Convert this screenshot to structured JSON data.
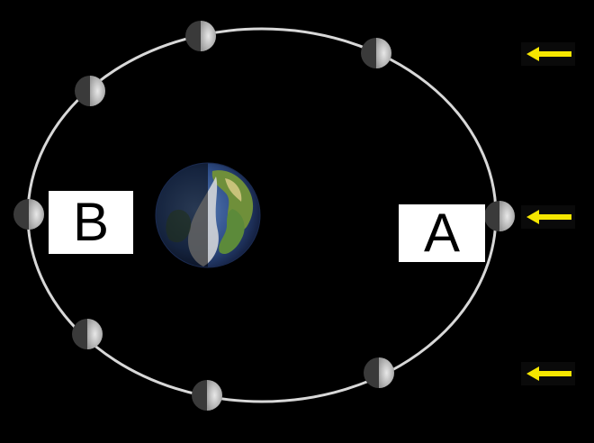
{
  "labels": {
    "b": "B",
    "a": "A"
  },
  "colors": {
    "background": "#000000",
    "orbit": "#d8d8d8",
    "sunlight_arrow": "#f5e600",
    "label_bg": "#ffffff",
    "label_text": "#000000"
  },
  "icons": {
    "planet": "earth-globe-icon",
    "satellite": "moon-phase-icon",
    "light_direction": "arrow-left-icon"
  },
  "moon_positions": [
    "A",
    "upper-right",
    "top",
    "upper-left",
    "B",
    "lower-left",
    "bottom",
    "lower-right"
  ]
}
